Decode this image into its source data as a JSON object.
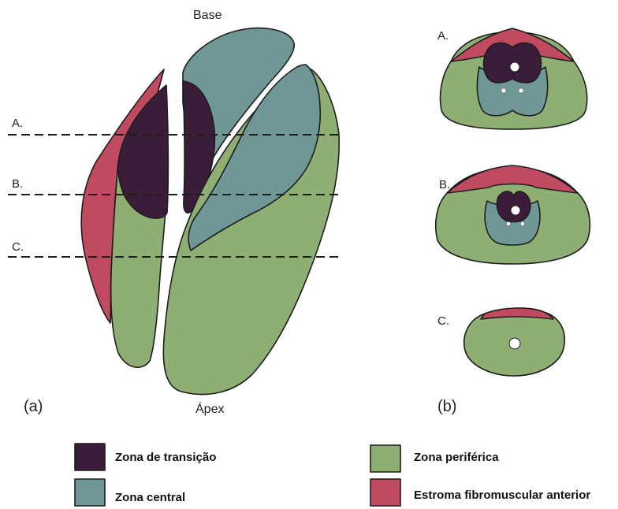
{
  "colors": {
    "transition_zone": "#3b1d3a",
    "central_zone": "#6f9796",
    "peripheral_zone": "#8fae74",
    "anterior_stroma": "#c04b60",
    "outline": "#1d1d1d",
    "urethra": "#ffffff"
  },
  "labels": {
    "base": "Base",
    "apex": "Ápex",
    "panel_a": "(a)",
    "panel_b": "(b)"
  },
  "section_lines": [
    {
      "label": "A."
    },
    {
      "label": "B."
    },
    {
      "label": "C."
    }
  ],
  "cross_sections": [
    {
      "label": "A."
    },
    {
      "label": "B."
    },
    {
      "label": "C."
    }
  ],
  "legend": [
    {
      "label": "Zona de transição",
      "color": "#3b1d3a"
    },
    {
      "label": "Zona central",
      "color": "#6f9796"
    },
    {
      "label": "Zona periférica",
      "color": "#8fae74"
    },
    {
      "label": "Estroma fibromuscular anterior",
      "color": "#c04b60"
    }
  ]
}
